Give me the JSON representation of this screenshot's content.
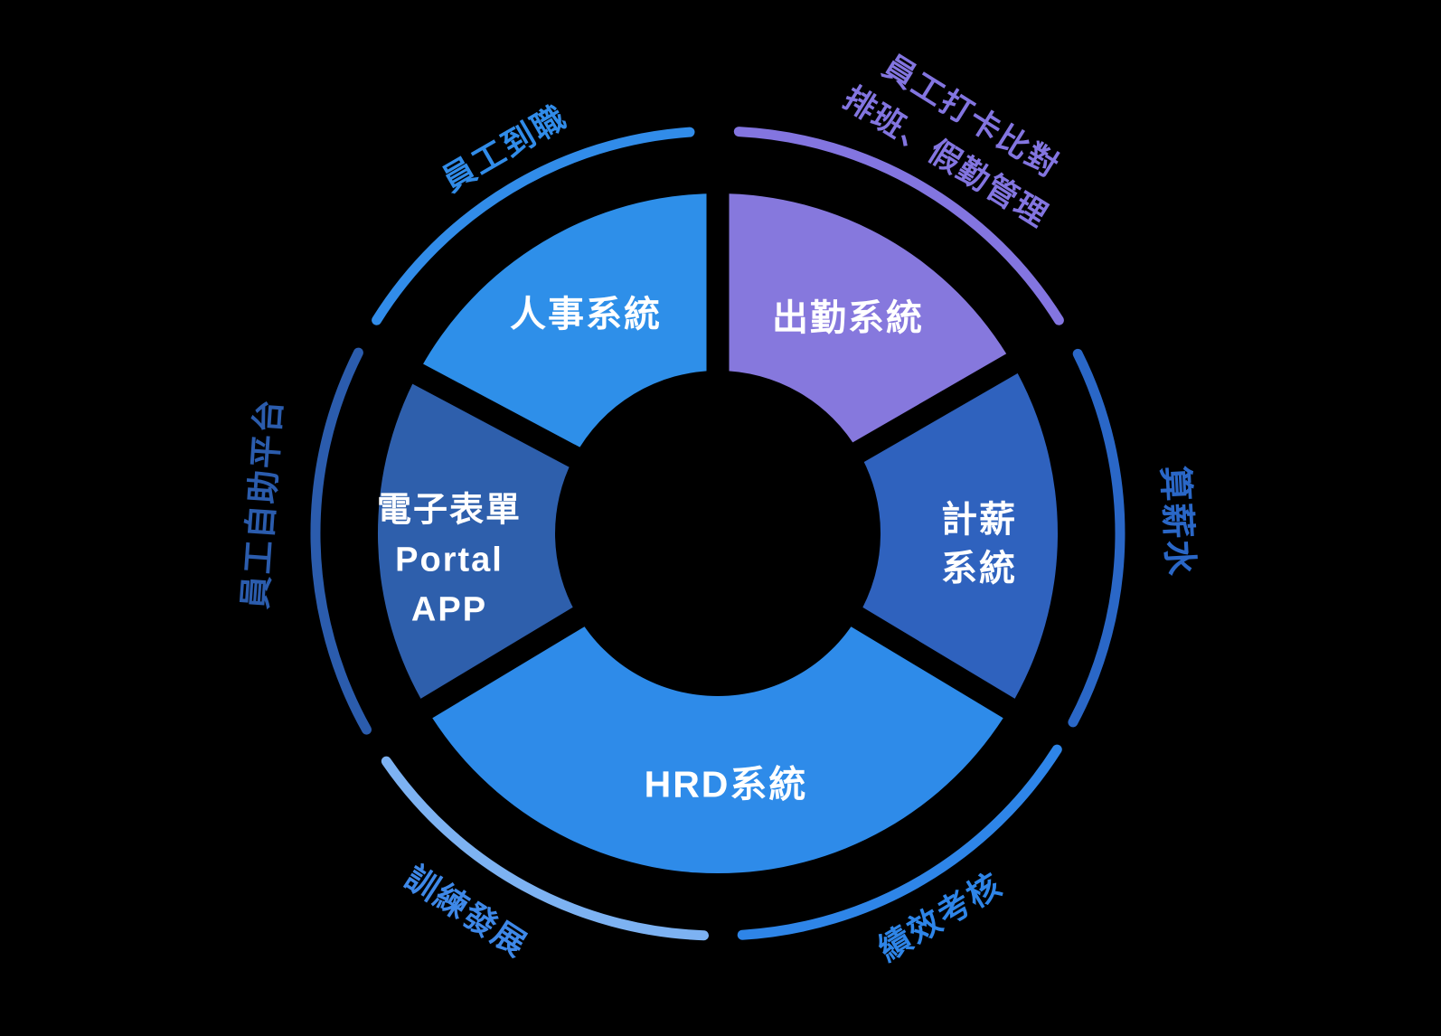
{
  "diagram": {
    "background": "#000000",
    "segment_text_color": "#FFFFFF",
    "segments": [
      {
        "id": "attendance",
        "lines": [
          "出勤系統"
        ],
        "color": "#8678DD",
        "text_color": "#FFFFFF"
      },
      {
        "id": "personnel",
        "lines": [
          "人事系統"
        ],
        "color": "#2E8FE9",
        "text_color": "#FFFFFF"
      },
      {
        "id": "eforms-portal-app",
        "lines": [
          "電子表單",
          "Portal",
          "APP"
        ],
        "color": "#2E5FAC",
        "text_color": "#FFFFFF"
      },
      {
        "id": "hrd",
        "lines": [
          "HRD系統"
        ],
        "color": "#2E8BE9",
        "text_color": "#FFFFFF"
      },
      {
        "id": "payroll",
        "lines": [
          "計薪",
          "系統"
        ],
        "color": "#2F62BE",
        "text_color": "#FFFFFF"
      }
    ],
    "outer_labels": [
      {
        "id": "onboarding",
        "lines": [
          "員工到職"
        ],
        "arc_color": "#318CE9",
        "text_color": "#318CE9"
      },
      {
        "id": "clock-in",
        "lines": [
          "員工打卡比對",
          "排班、假勤管理"
        ],
        "arc_color": "#8375E0",
        "text_color": "#8375E0"
      },
      {
        "id": "salary",
        "lines": [
          "算薪水"
        ],
        "arc_color": "#2A67C7",
        "text_color": "#2A67C7"
      },
      {
        "id": "performance",
        "lines": [
          "績效考核"
        ],
        "arc_color": "#2E85E8",
        "text_color": "#2E85E8"
      },
      {
        "id": "training",
        "lines": [
          "訓練發展"
        ],
        "arc_color": "#7DB2F2",
        "text_color": "#3E88E8"
      },
      {
        "id": "self-service",
        "lines": [
          "員工自助平台"
        ],
        "arc_color": "#2B5CAD",
        "text_color": "#2B5CAD"
      }
    ]
  }
}
